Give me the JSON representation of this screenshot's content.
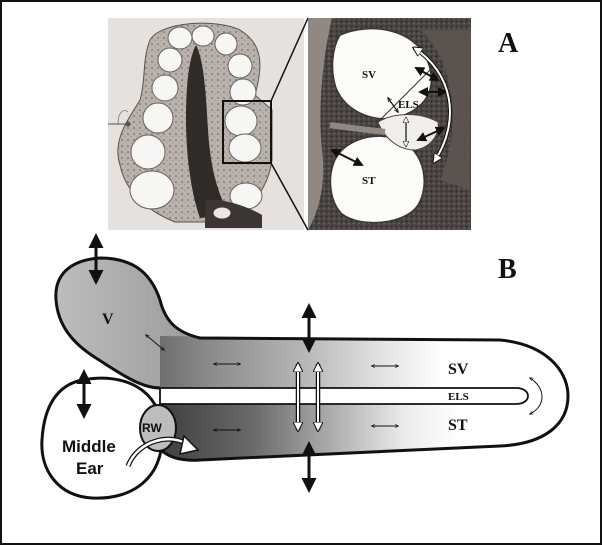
{
  "panel_a": {
    "letter": "A",
    "micrograph_labels": {
      "sv": "SV",
      "els": "ELS",
      "st": "ST"
    }
  },
  "panel_b": {
    "letter": "B",
    "labels": {
      "v": "V",
      "sv": "SV",
      "els": "ELS",
      "st": "ST",
      "rw": "RW",
      "middle_ear_line1": "Middle",
      "middle_ear_line2": "Ear"
    }
  }
}
